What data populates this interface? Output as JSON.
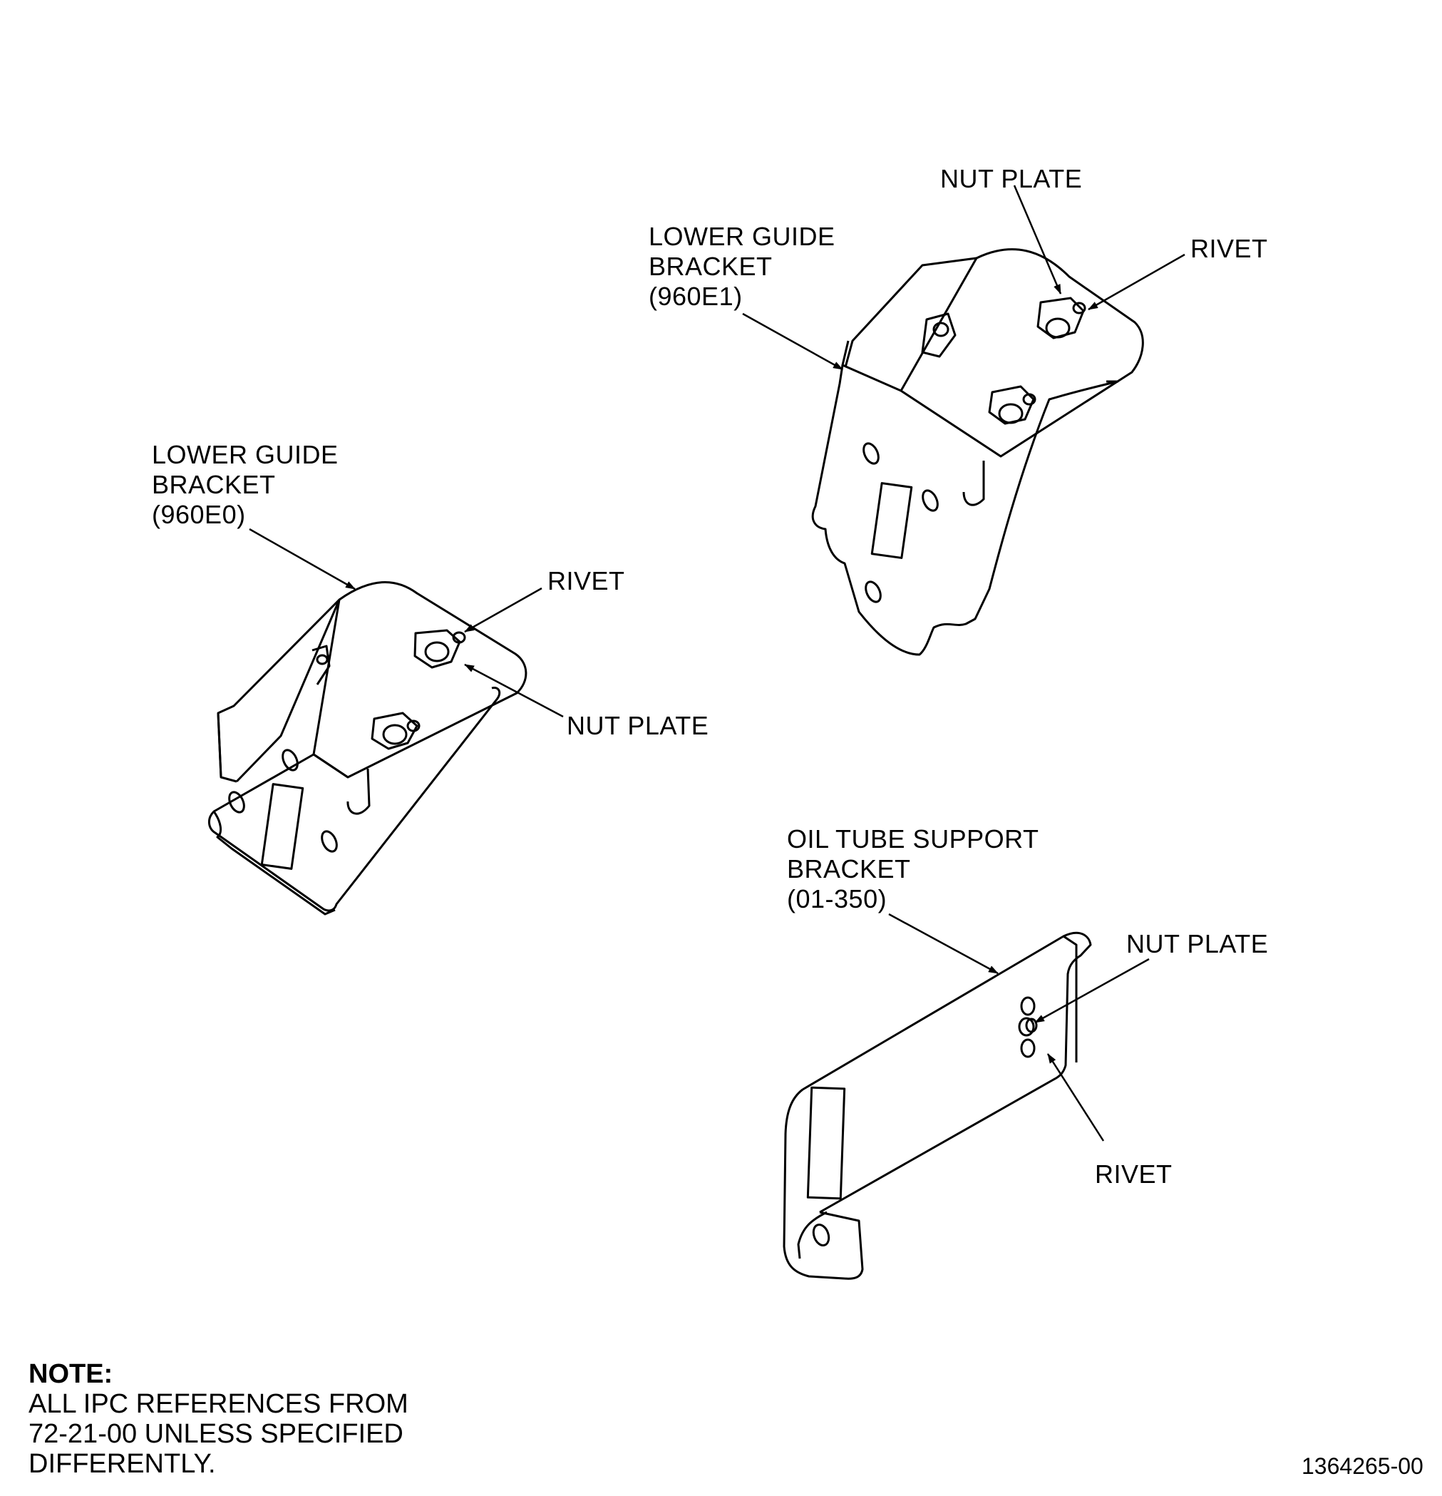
{
  "labels": {
    "lgb_e0": [
      "LOWER GUIDE",
      "BRACKET",
      "(960E0)"
    ],
    "lgb_e1": [
      "LOWER GUIDE",
      "BRACKET",
      "(960E1)"
    ],
    "oil_tube": [
      "OIL TUBE SUPPORT",
      "BRACKET",
      "(01-350)"
    ],
    "nut_plate": "NUT PLATE",
    "rivet": "RIVET"
  },
  "note": {
    "heading": "NOTE:",
    "lines": [
      "ALL IPC REFERENCES FROM",
      "72-21-00 UNLESS SPECIFIED",
      "DIFFERENTLY."
    ]
  },
  "figure_number": "1364265-00"
}
